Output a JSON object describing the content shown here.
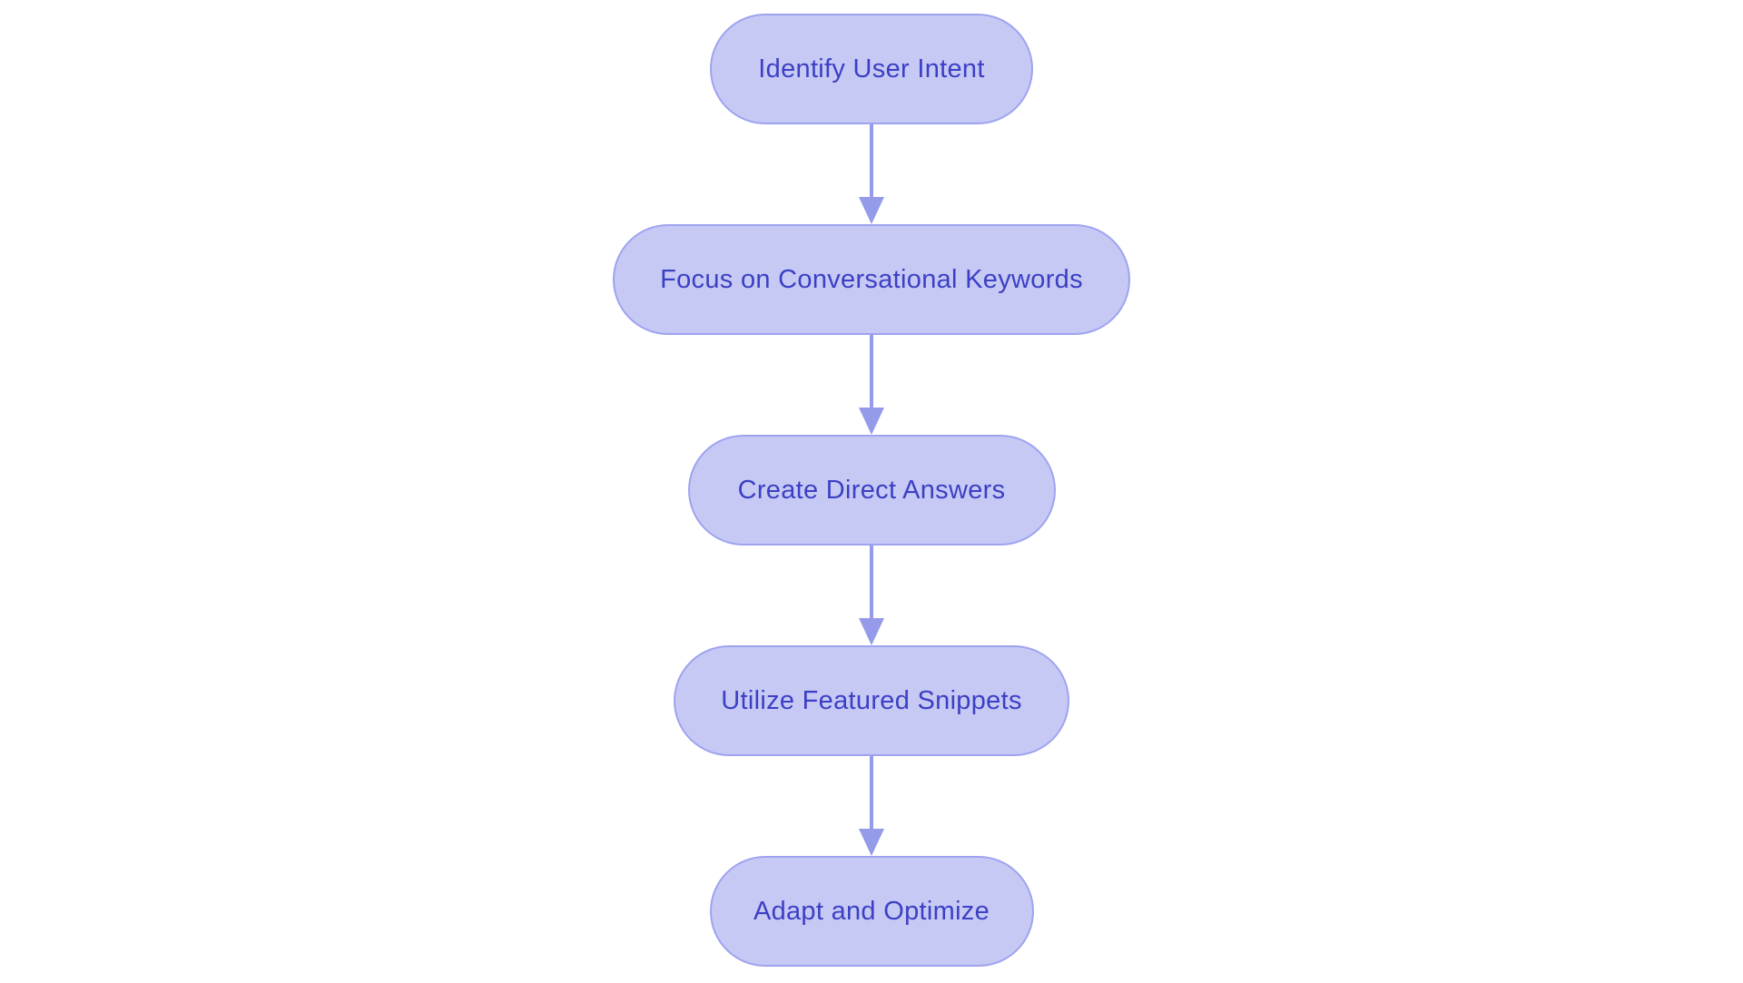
{
  "diagram": {
    "type": "flowchart",
    "direction": "top-to-bottom",
    "nodes": [
      {
        "id": "identify-user-intent",
        "label": "Identify User Intent"
      },
      {
        "id": "focus-on-conversational-keywords",
        "label": "Focus on Conversational Keywords"
      },
      {
        "id": "create-direct-answers",
        "label": "Create Direct Answers"
      },
      {
        "id": "utilize-featured-snippets",
        "label": "Utilize Featured Snippets"
      },
      {
        "id": "adapt-and-optimize",
        "label": "Adapt and Optimize"
      }
    ],
    "edges": [
      {
        "from": "identify-user-intent",
        "to": "focus-on-conversational-keywords"
      },
      {
        "from": "focus-on-conversational-keywords",
        "to": "create-direct-answers"
      },
      {
        "from": "create-direct-answers",
        "to": "utilize-featured-snippets"
      },
      {
        "from": "utilize-featured-snippets",
        "to": "adapt-and-optimize"
      }
    ],
    "colors": {
      "node_fill": "#c7c9f5",
      "node_border": "#9ea3ef",
      "node_text": "#3b40c4",
      "arrow": "#959ae9",
      "background": "#ffffff"
    }
  }
}
